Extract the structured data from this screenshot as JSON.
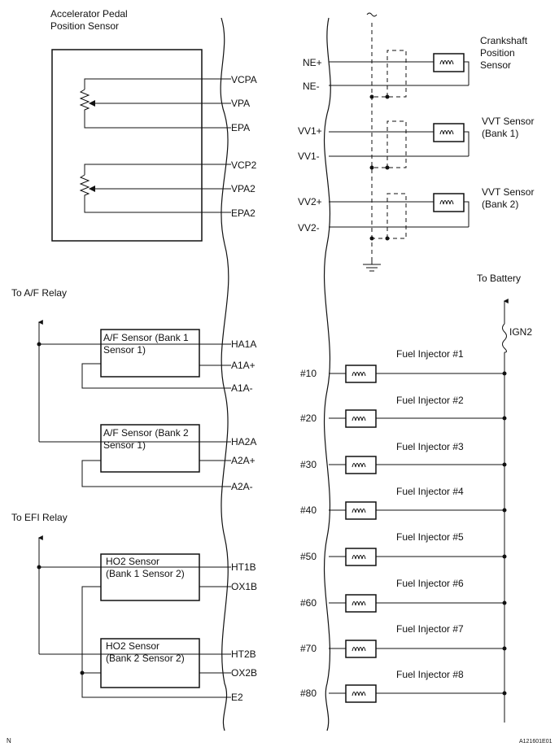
{
  "labels": {
    "app_sensor": [
      "Accelerator Pedal",
      "Position Sensor"
    ],
    "to_af_relay": "To A/F Relay",
    "to_efi_relay": "To EFI Relay",
    "to_battery": "To Battery",
    "ign2": "IGN2",
    "crank_sensor": [
      "Crankshaft",
      "Position",
      "Sensor"
    ],
    "vvt1": [
      "VVT Sensor",
      "(Bank 1)"
    ],
    "vvt2": [
      "VVT Sensor",
      "(Bank 2)"
    ],
    "af1": [
      "A/F Sensor (Bank 1",
      "Sensor  1)"
    ],
    "af2": [
      "A/F Sensor (Bank 2",
      "Sensor 1)"
    ],
    "ho2_1": [
      "HO2 Sensor",
      "(Bank 1 Sensor 2)"
    ],
    "ho2_2": [
      "HO2 Sensor",
      "(Bank 2 Sensor 2)"
    ],
    "corner_left": "N",
    "corner_right": "A121601E01"
  },
  "left_pins": [
    "VCPA",
    "VPA",
    "EPA",
    "VCP2",
    "VPA2",
    "EPA2",
    "HA1A",
    "A1A+",
    "A1A-",
    "HA2A",
    "A2A+",
    "A2A-",
    "HT1B",
    "OX1B",
    "HT2B",
    "OX2B",
    "E2"
  ],
  "right_pins": [
    "NE+",
    "NE-",
    "VV1+",
    "VV1-",
    "VV2+",
    "VV2-"
  ],
  "injector_pins": [
    "#10",
    "#20",
    "#30",
    "#40",
    "#50",
    "#60",
    "#70",
    "#80"
  ],
  "injectors": [
    "Fuel Injector #1",
    "Fuel Injector #2",
    "Fuel Injector #3",
    "Fuel Injector #4",
    "Fuel Injector #5",
    "Fuel Injector #6",
    "Fuel Injector #7",
    "Fuel Injector #8"
  ]
}
